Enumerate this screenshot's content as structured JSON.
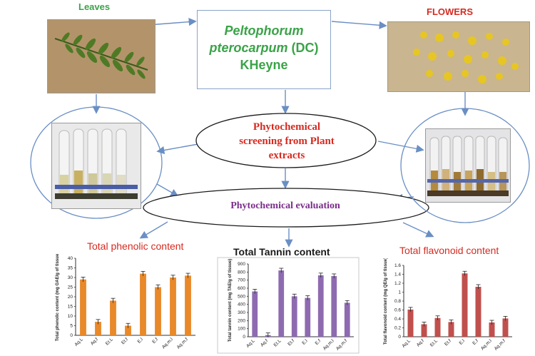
{
  "top": {
    "leaves_label": "Leaves",
    "flowers_label": "FLOWERS",
    "species_line1": "Peltophorum",
    "species_line2": "pterocarpum",
    "species_author": "(DC)",
    "species_line3": "KHeyne"
  },
  "process": {
    "screening_line1": "Phytochemical",
    "screening_line2": "screening from Plant",
    "screening_line3": "extracts",
    "evaluation": "Phytochemical evaluation"
  },
  "colors": {
    "green_label": "#3aa348",
    "red_label": "#d62a20",
    "purple_label": "#7b2d8b",
    "arrow": "#6a8fc4",
    "phenolic_bar": "#e8892a",
    "tannin_bar": "#8e6bb0",
    "flavonoid_bar": "#c0504d"
  },
  "chart_data": [
    {
      "type": "bar",
      "title": "Total phenolic content",
      "ylabel": "Total phenolic content (mg GAE/g of tissue)",
      "ylim": [
        0,
        40
      ],
      "yticks": [
        "0",
        "5",
        "10",
        "15",
        "20",
        "25",
        "30",
        "35",
        "40"
      ],
      "categories": [
        "Aq.L",
        "Aq.f",
        "Et.L",
        "Et.f",
        "E.l",
        "E.f",
        "Aq.m.l",
        "Aq.m.f"
      ],
      "values": [
        29,
        7,
        18,
        5,
        32,
        25,
        30,
        31
      ]
    },
    {
      "type": "bar",
      "title": "Total Tannin content",
      "ylabel": "Total tannin content (mg TAE/g of tissue)",
      "ylim": [
        0,
        900
      ],
      "yticks": [
        "0",
        "100",
        "200",
        "300",
        "400",
        "500",
        "600",
        "700",
        "800",
        "900"
      ],
      "categories": [
        "Aq.L",
        "Aq.f",
        "Et.L",
        "Et.f",
        "E.l",
        "E.f",
        "Aq.m.l",
        "Aq.m.f"
      ],
      "values": [
        560,
        20,
        820,
        500,
        480,
        760,
        750,
        420
      ]
    },
    {
      "type": "bar",
      "title": "Total flavonoid content",
      "ylabel": "Total flavonoid content (mg QE/g of tissue)",
      "ylim": [
        0,
        1.6
      ],
      "yticks": [
        "0",
        "0.2",
        "0.4",
        "0.6",
        "0.8",
        "1",
        "1.2",
        "1.4",
        "1.6"
      ],
      "categories": [
        "Aq.L",
        "Aq.f",
        "Et.L",
        "Et.f",
        "E.l",
        "E.f",
        "Aq.m.l",
        "Aq.m.f"
      ],
      "values": [
        0.61,
        0.28,
        0.42,
        0.33,
        1.42,
        1.12,
        0.32,
        0.41
      ]
    }
  ]
}
